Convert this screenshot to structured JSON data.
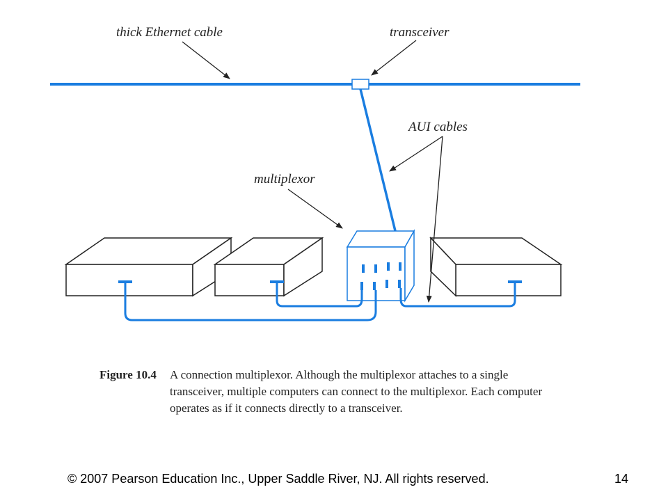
{
  "labels": {
    "thick_cable": "thick Ethernet cable",
    "transceiver": "transceiver",
    "aui_cables": "AUI cables",
    "multiplexor": "multiplexor"
  },
  "caption": {
    "figure_number": "Figure 10.4",
    "text": "A connection multiplexor. Although the multiplexor attaches to a single transceiver, multiple computers can connect to the multiplexor. Each computer operates as if it connects directly to a transceiver."
  },
  "footer": {
    "copyright": "© 2007 Pearson Education Inc., Upper Saddle River, NJ. All rights reserved.",
    "page_number": "14"
  },
  "colors": {
    "cable": "#1a7de0",
    "outline": "#222222",
    "mux_outline": "#1a7de0"
  }
}
